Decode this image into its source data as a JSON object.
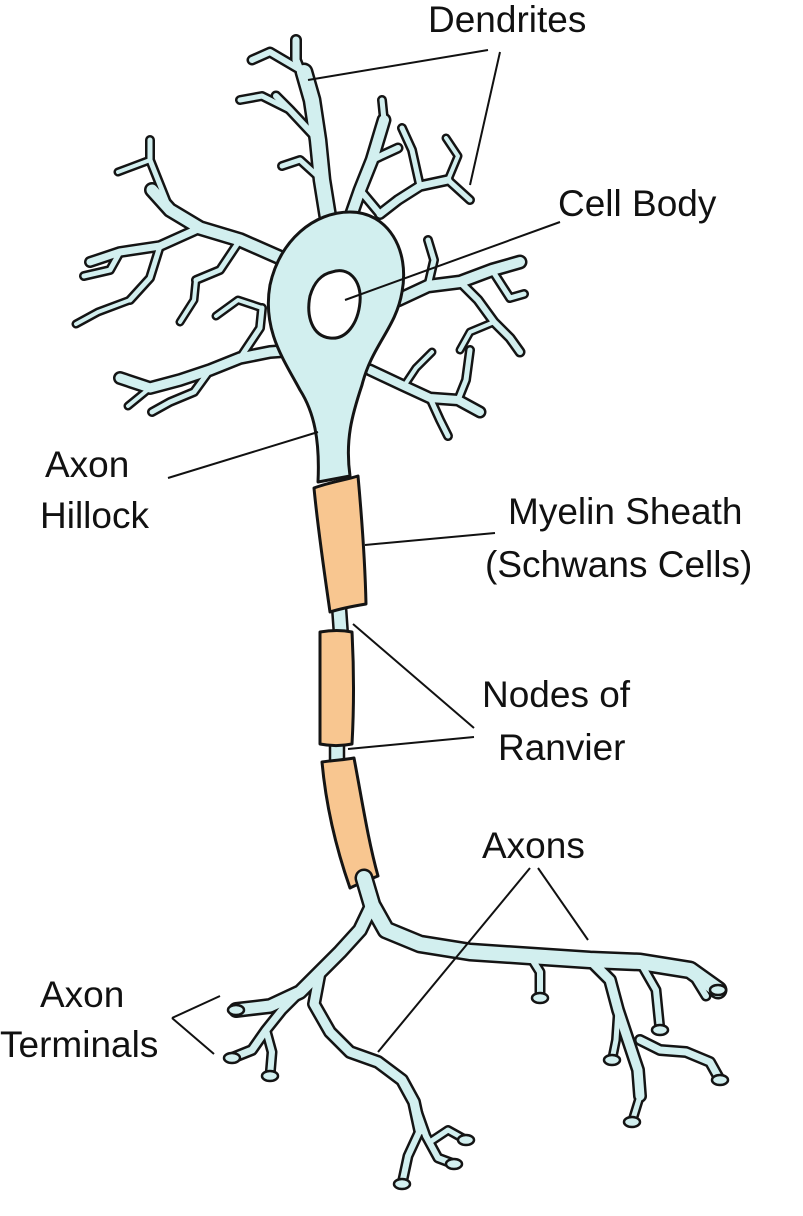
{
  "labels": {
    "dendrites": "Dendrites",
    "cell_body": "Cell Body",
    "axon_hillock_line1": "Axon",
    "axon_hillock_line2": "Hillock",
    "myelin_line1": "Myelin Sheath",
    "myelin_line2": "(Schwans Cells)",
    "nodes_line1": "Nodes of",
    "nodes_line2": "Ranvier",
    "axons": "Axons",
    "terminals_line1": "Axon",
    "terminals_line2": "Terminals"
  },
  "colors": {
    "cytoplasm": "#d2efef",
    "myelin": "#f8c690",
    "outline": "#141414",
    "background": "#ffffff"
  }
}
